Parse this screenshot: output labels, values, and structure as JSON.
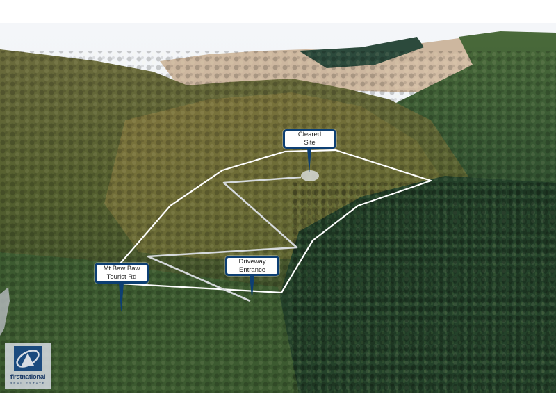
{
  "image": {
    "description": "Aerial drone photo of forested hillside with property boundary outlined in white and labeled callouts",
    "colors": {
      "callout_border": "#0d3f73",
      "callout_fill": "#ffffff",
      "boundary_line": "#ffffff",
      "forest_dark": "#2f4a2a",
      "forest_olive": "#6e6a35",
      "pasture": "#c9b49a",
      "sky": "#eef2f6"
    }
  },
  "callouts": [
    {
      "id": "cleared-site",
      "line1": "Cleared",
      "line2": "Site"
    },
    {
      "id": "mt-baw-baw",
      "line1": "Mt Baw Baw",
      "line2": "Tourist Rd"
    },
    {
      "id": "driveway",
      "line1": "Driveway",
      "line2": "Entrance"
    }
  ],
  "logo": {
    "brand": "firstnational",
    "sub": "REAL ESTATE"
  }
}
